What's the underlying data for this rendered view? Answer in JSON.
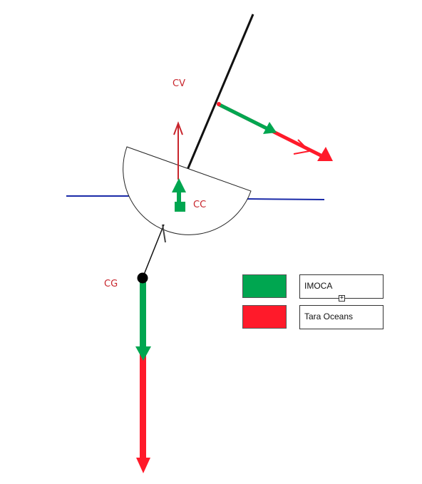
{
  "labels": {
    "cv": "CV",
    "cc": "CC",
    "cg": "CG"
  },
  "legend": [
    {
      "label": "IMOCA",
      "color": "#00a650"
    },
    {
      "label": "Tara Oceans",
      "color": "#ff1a2a"
    }
  ],
  "colors": {
    "green": "#00a650",
    "red": "#ff1a2a",
    "waterline": "#1a2aa8",
    "label": "#c8252c",
    "mast": "#111111"
  },
  "icons": {
    "handle": "plus-square-icon"
  }
}
